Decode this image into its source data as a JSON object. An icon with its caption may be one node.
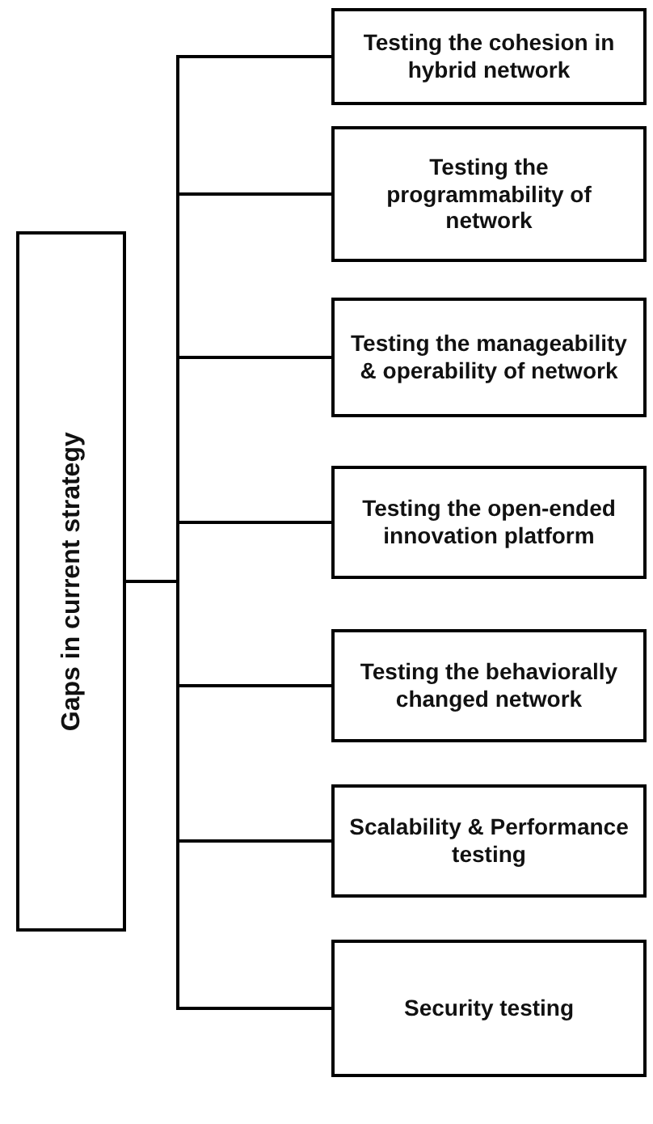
{
  "diagram": {
    "nodes": [
      {
        "text": [
          "Gaps in current strategy"
        ]
      },
      {
        "text": [
          "Testing the cohesion in hybrid network"
        ]
      },
      {
        "text": [
          "Testing the programmability of network"
        ]
      },
      {
        "text": [
          "Testing the manageability & operability of network"
        ]
      },
      {
        "text": [
          "Testing the open-ended innovation platform"
        ]
      },
      {
        "text": [
          "Testing the behaviorally changed network"
        ]
      },
      {
        "text": [
          "Scalability & Performance testing"
        ]
      },
      {
        "text": [
          "Security testing"
        ]
      }
    ],
    "edges": [
      {
        "from": 0,
        "to": 1,
        "arrow": "none"
      },
      {
        "from": 0,
        "to": 2,
        "arrow": "none"
      },
      {
        "from": 0,
        "to": 3,
        "arrow": "none"
      },
      {
        "from": 0,
        "to": 4,
        "arrow": "none"
      },
      {
        "from": 0,
        "to": 5,
        "arrow": "none"
      },
      {
        "from": 0,
        "to": 6,
        "arrow": "none"
      },
      {
        "from": 0,
        "to": 7,
        "arrow": "none"
      }
    ]
  }
}
